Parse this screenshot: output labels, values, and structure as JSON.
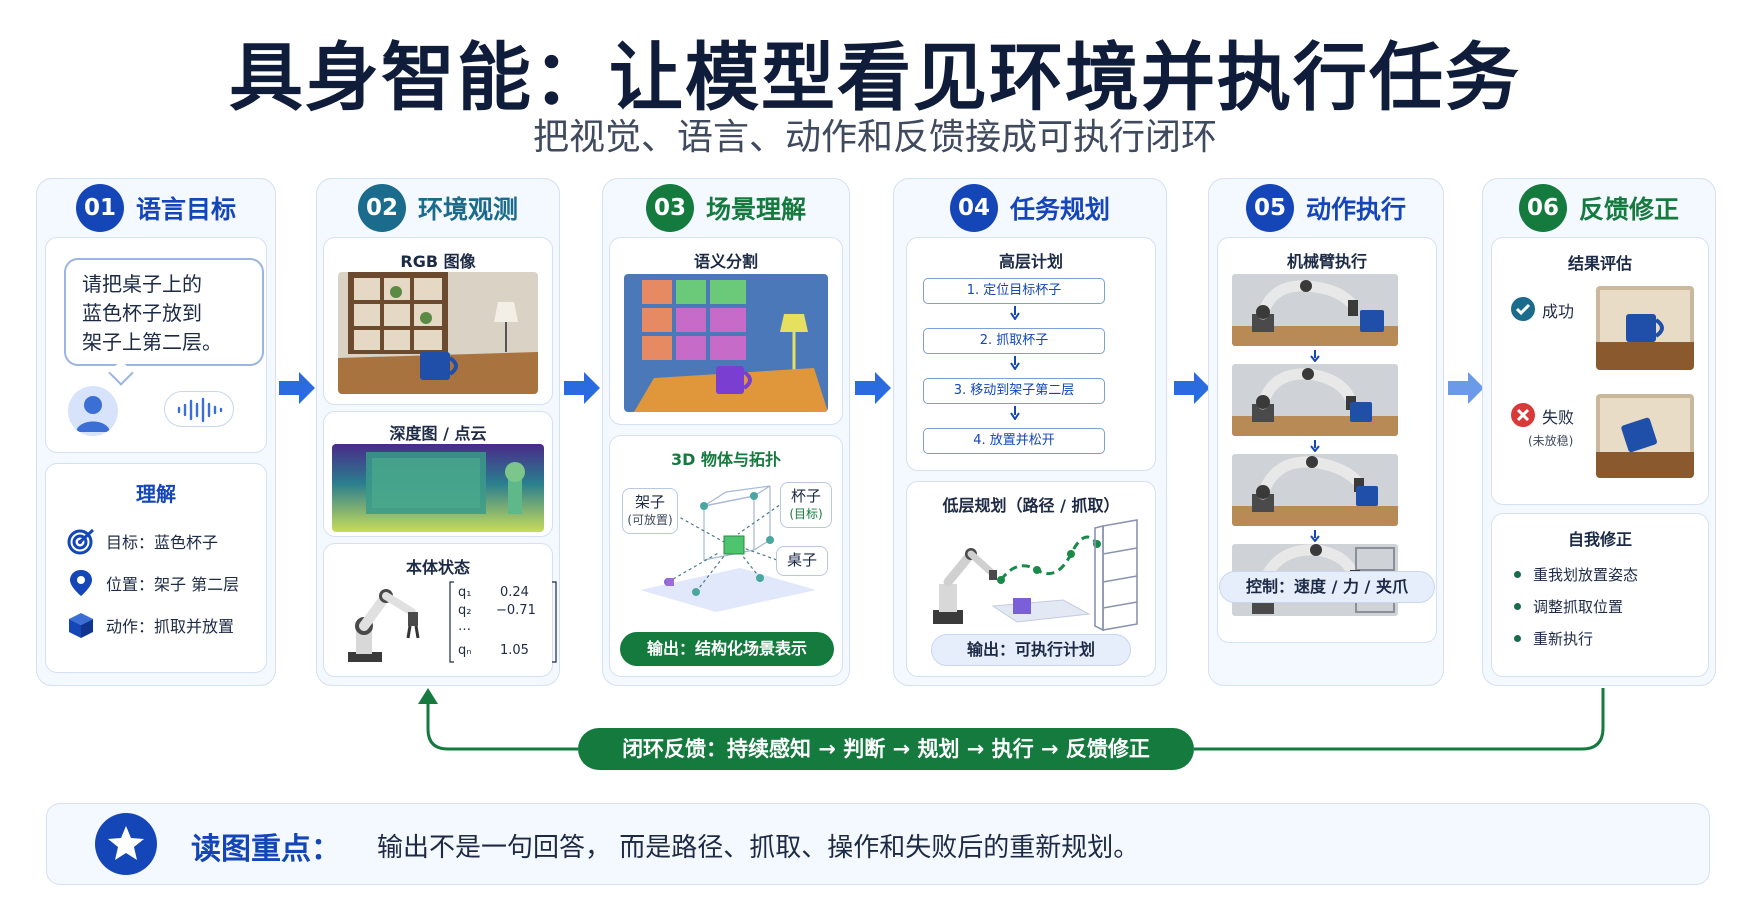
{
  "title": "具身智能：让模型看见环境并执行任务",
  "subtitle": "把视觉、语言、动作和反馈接成可执行闭环",
  "stages": [
    {
      "num": "01",
      "label": "语言目标"
    },
    {
      "num": "02",
      "label": "环境观测"
    },
    {
      "num": "03",
      "label": "场景理解"
    },
    {
      "num": "04",
      "label": "任务规划"
    },
    {
      "num": "05",
      "label": "动作执行"
    },
    {
      "num": "06",
      "label": "反馈修正"
    }
  ],
  "s1": {
    "instruction_lines": [
      "请把桌子上的",
      "蓝色杯子放到",
      "架子上第二层。"
    ],
    "understand_title": "理解",
    "items": [
      {
        "icon": "target-icon",
        "text": "目标：蓝色杯子"
      },
      {
        "icon": "location-pin-icon",
        "text": "位置：架子 第二层"
      },
      {
        "icon": "box-icon",
        "text": "动作：抓取并放置"
      }
    ]
  },
  "s2": {
    "rgb_title": "RGB 图像",
    "depth_title": "深度图 / 点云",
    "body_title": "本体状态",
    "joints": [
      {
        "name": "q₁",
        "value": "0.24"
      },
      {
        "name": "q₂",
        "value": "−0.71"
      },
      {
        "name": "…",
        "value": ""
      },
      {
        "name": "qₙ",
        "value": "1.05"
      }
    ]
  },
  "s3": {
    "seg_title": "语义分割",
    "topo_title": "3D 物体与拓扑",
    "shelf_label": "架子",
    "shelf_sub": "(可放置)",
    "cup_label": "杯子",
    "cup_sub": "(目标)",
    "table_label": "桌子",
    "output": "输出：结构化场景表示"
  },
  "s4": {
    "high_title": "高层计划",
    "steps": [
      "1. 定位目标杯子",
      "2. 抓取杯子",
      "3. 移动到架子第二层",
      "4. 放置并松开"
    ],
    "low_title": "低层规划（路径 / 抓取）",
    "output": "输出：可执行计划"
  },
  "s5": {
    "exec_title": "机械臂执行",
    "control": "控制：速度 / 力 / 夹爪"
  },
  "s6": {
    "eval_title": "结果评估",
    "success": "成功",
    "fail": "失败",
    "fail_sub": "(未放稳)",
    "fix_title": "自我修正",
    "fixes": [
      "重我划放置姿态",
      "调整抓取位置",
      "重新执行"
    ]
  },
  "loop": "闭环反馈：持续感知 → 判断 → 规划 → 执行 → 反馈修正",
  "note": {
    "head": "读图重点：",
    "text": "输出不是一句回答， 而是路径、抓取、操作和失败后的重新规划。"
  },
  "colors": {
    "blue": "#1446b8",
    "teal": "#1a6b8c",
    "green": "#157a3e",
    "panel": "#f4f8ff"
  }
}
